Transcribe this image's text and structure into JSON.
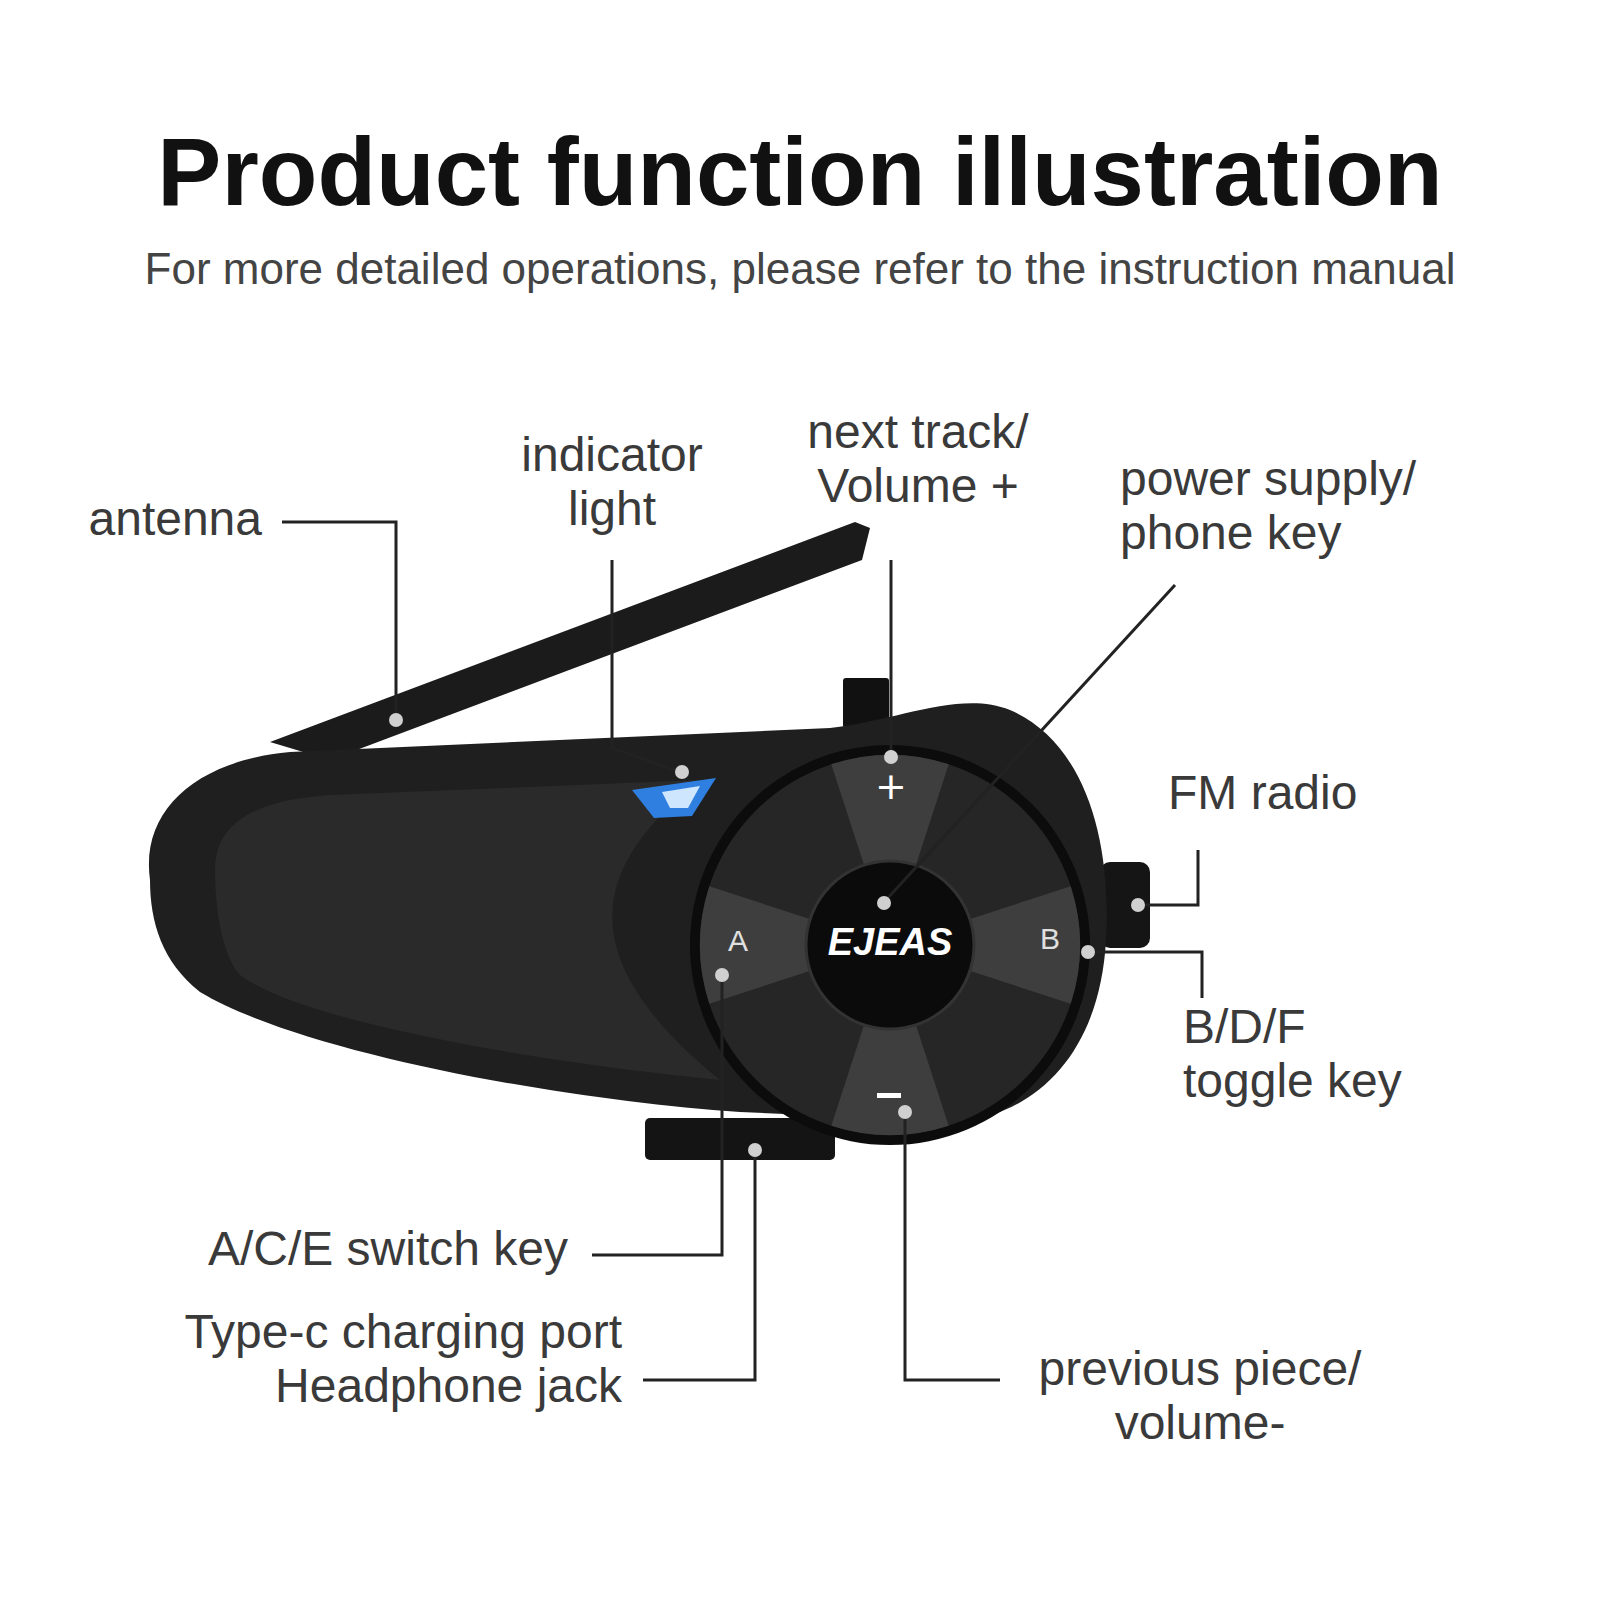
{
  "diagram": {
    "title": "Product function illustration",
    "labels": [
      "For more detailed operations, please refer to the instruction manual",
      "antenna",
      "indicator light",
      "next track/ Volume +",
      "power supply/ phone key",
      "FM radio",
      "+",
      "EJEAS",
      "A",
      "B",
      "B/D/F toggle key",
      "A/C/E switch key",
      "Type-c charging port Headphone jack",
      "previous piece/ volume-"
    ]
  }
}
